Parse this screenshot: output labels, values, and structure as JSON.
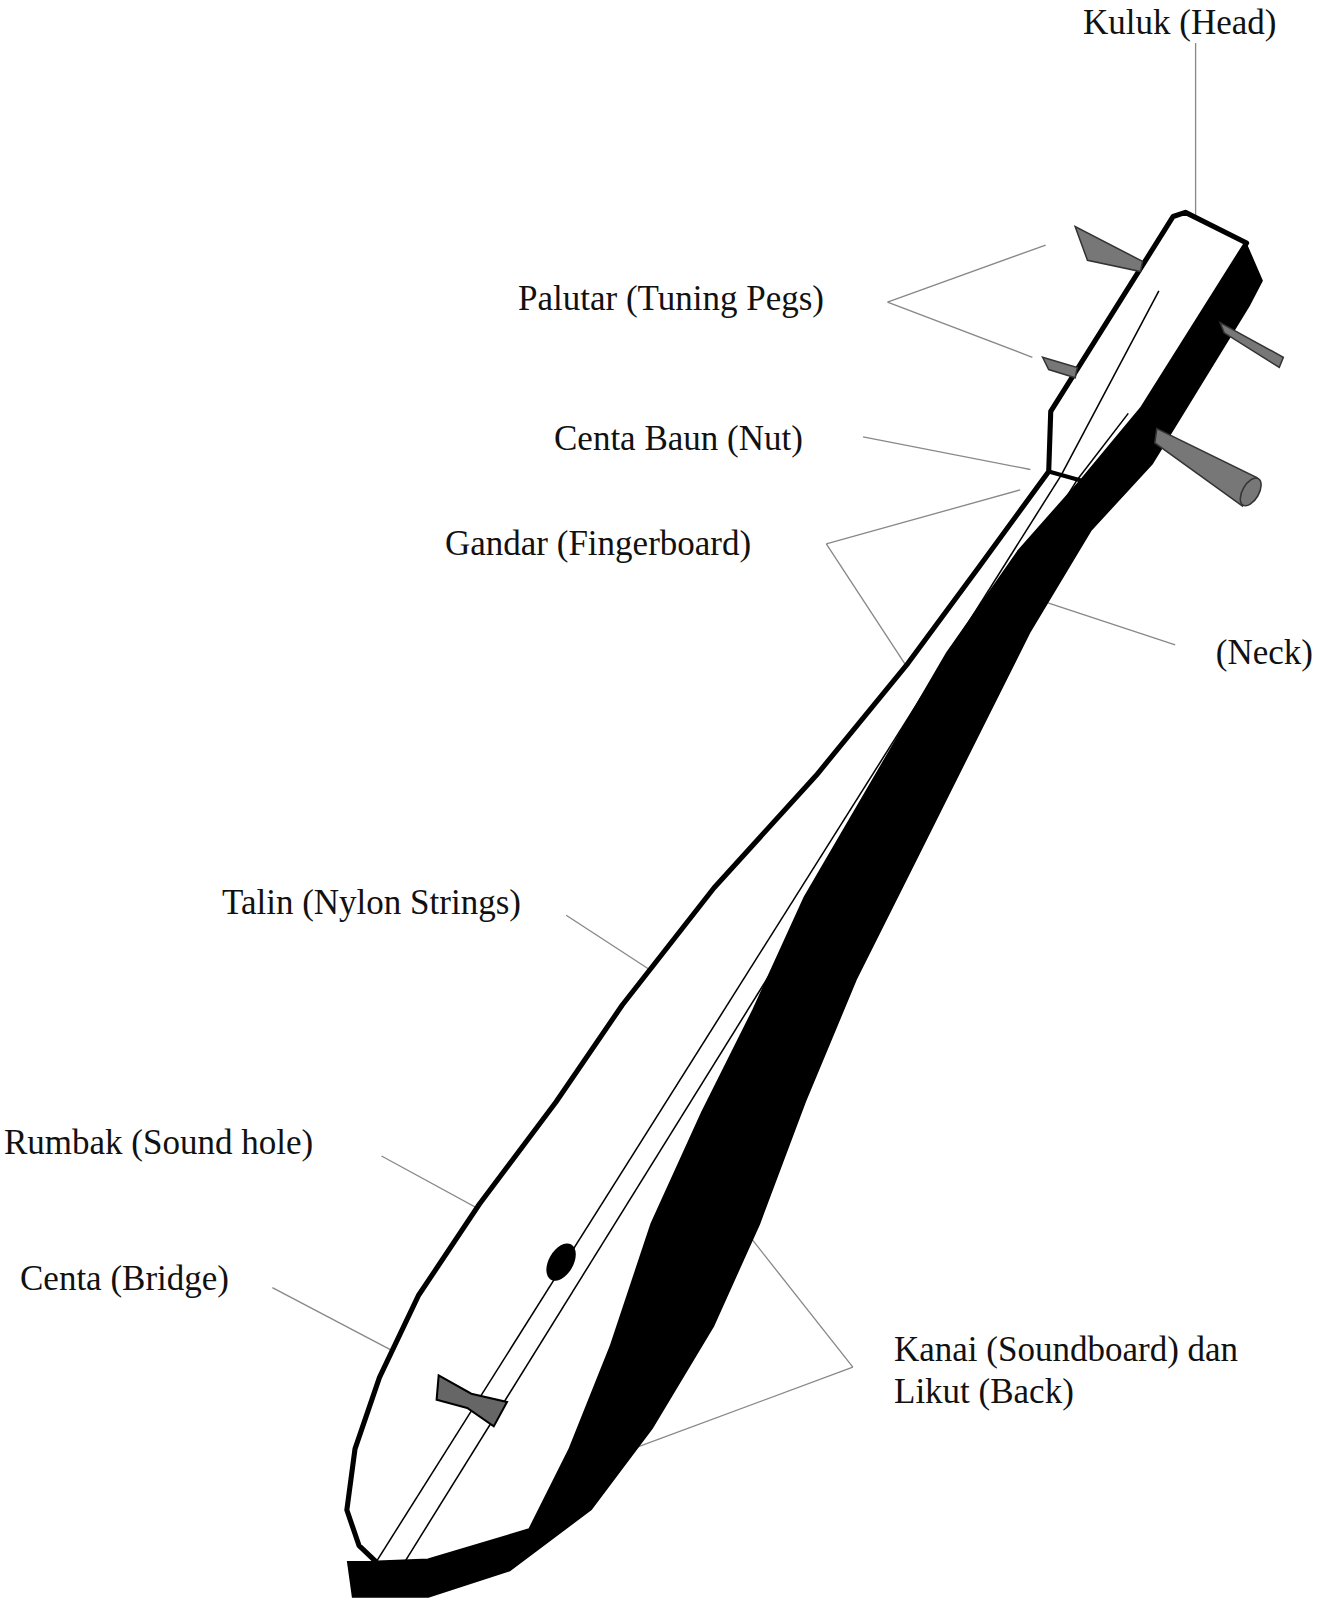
{
  "diagram": {
    "labels": [
      "Kuluk (Head)",
      "Palutar (Tuning Pegs)",
      "Centa Baun (Nut)",
      "Gandar (Fingerboard)",
      "(Neck)",
      "Talin (Nylon Strings)",
      "Rumbak (Sound hole)",
      "Centa (Bridge)",
      "Kanai (Soundboard) dan Likut (Back)"
    ]
  }
}
